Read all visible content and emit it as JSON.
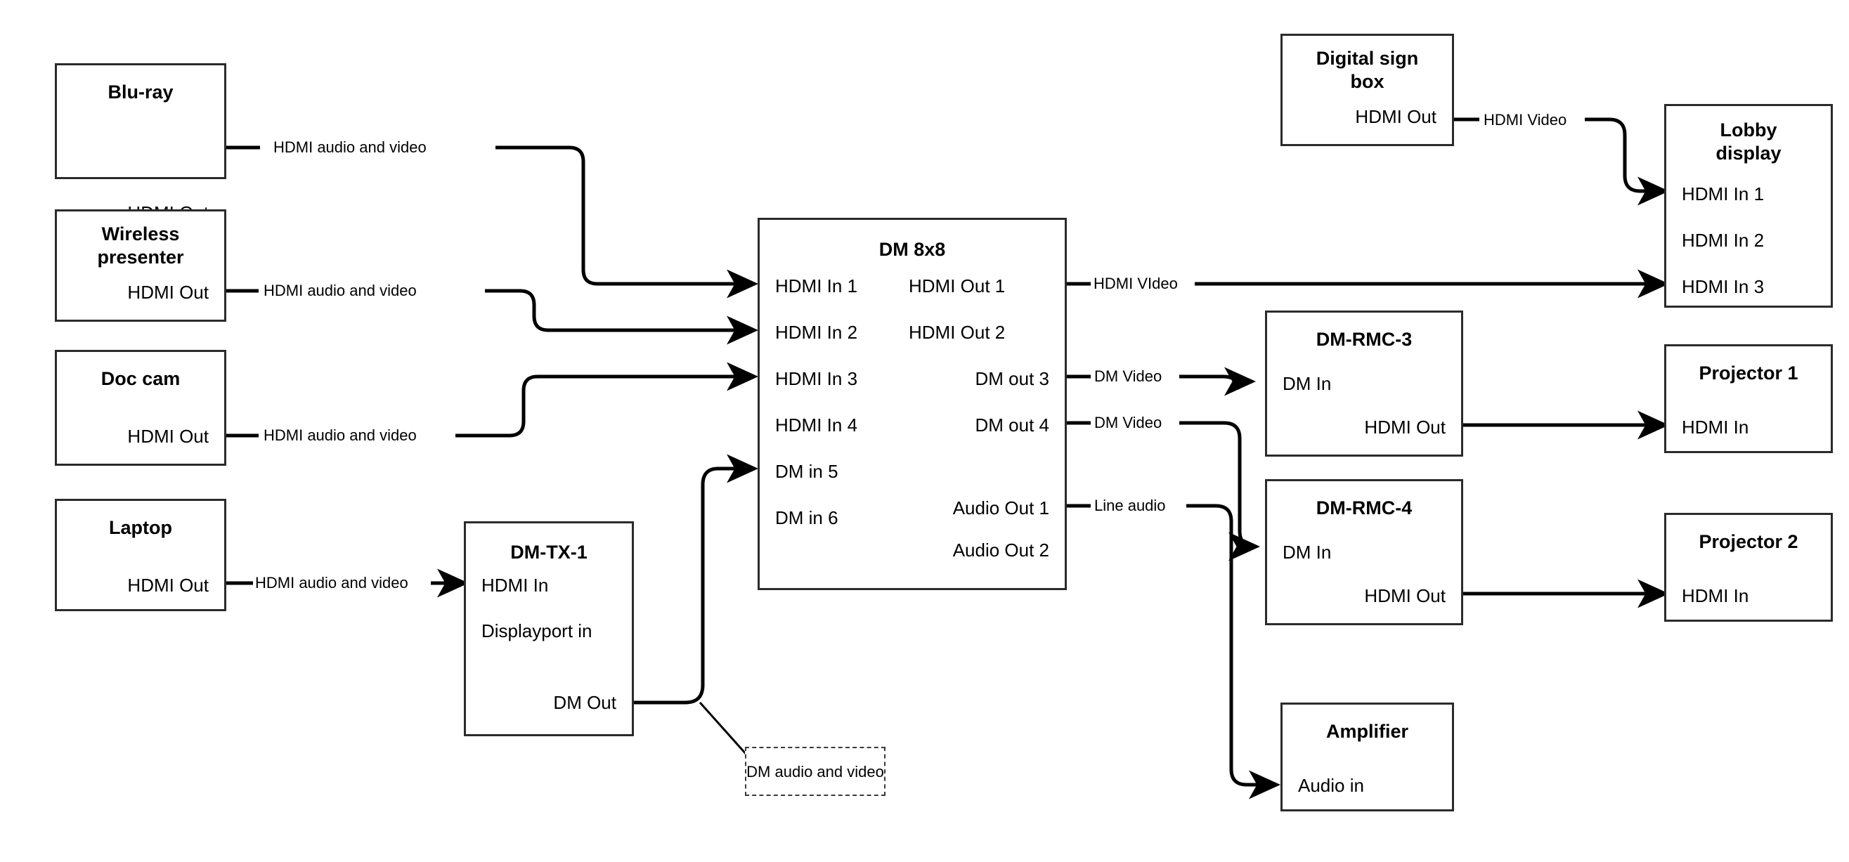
{
  "diagram": {
    "type": "av-signal-flow",
    "background": "#ffffff",
    "line_color": "#000000",
    "box_border_color": "#2b2b2b"
  },
  "nodes": {
    "bluray": {
      "title": "Blu-ray",
      "port_out": "HDMI Out"
    },
    "wireless": {
      "title_line1": "Wireless",
      "title_line2": "presenter",
      "port_out": "HDMI Out"
    },
    "doccam": {
      "title": "Doc cam",
      "port_out": "HDMI Out"
    },
    "laptop": {
      "title": "Laptop",
      "port_out": "HDMI Out"
    },
    "dmtx1": {
      "title": "DM-TX-1",
      "port_in1": "HDMI In",
      "port_in2": "Displayport in",
      "port_out": "DM Out"
    },
    "dm8x8": {
      "title": "DM 8x8",
      "inputs": [
        "HDMI In 1",
        "HDMI In 2",
        "HDMI In 3",
        "HDMI In 4",
        "DM in 5",
        "DM in 6"
      ],
      "outputs": [
        "HDMI Out 1",
        "HDMI Out 2",
        "DM out 3",
        "DM out 4",
        "Audio Out 1",
        "Audio Out 2"
      ]
    },
    "digitalsign": {
      "title_line1": "Digital sign",
      "title_line2": "box",
      "port_out": "HDMI Out"
    },
    "lobby": {
      "title_line1": "Lobby",
      "title_line2": "display",
      "inputs": [
        "HDMI In 1",
        "HDMI In 2",
        "HDMI In 3"
      ]
    },
    "dmrmc3": {
      "title": "DM-RMC-3",
      "port_in": "DM In",
      "port_out": "HDMI Out"
    },
    "dmrmc4": {
      "title": "DM-RMC-4",
      "port_in": "DM In",
      "port_out": "HDMI Out"
    },
    "projector1": {
      "title": "Projector 1",
      "port_in": "HDMI In"
    },
    "projector2": {
      "title": "Projector 2",
      "port_in": "HDMI In"
    },
    "amplifier": {
      "title": "Amplifier",
      "port_in": "Audio in"
    }
  },
  "edge_labels": {
    "bluray_to_dm": "HDMI audio and video",
    "wireless_to_dm": "HDMI audio and video",
    "doccam_to_dm": "HDMI audio and video",
    "laptop_to_tx": "HDMI audio and video",
    "sign_to_lobby": "HDMI Video",
    "dm_out1_to_lobby": "HDMI VIdeo",
    "dm_out3_to_rmc3": "DM Video",
    "dm_out4_to_rmc4": "DM Video",
    "dm_audio_to_amp": "Line audio"
  },
  "callouts": {
    "dm_audio_video": "DM audio and video"
  }
}
